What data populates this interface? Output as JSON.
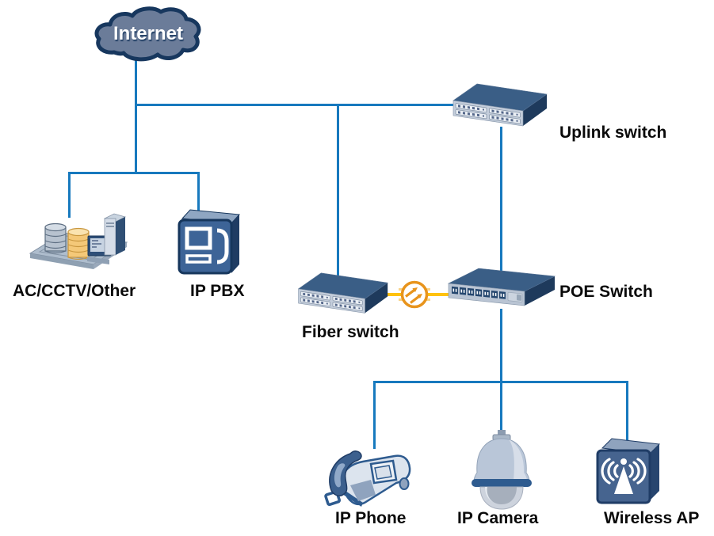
{
  "diagram": {
    "nodes": [
      {
        "id": "internet",
        "label": "Internet",
        "type": "cloud"
      },
      {
        "id": "uplink-switch",
        "label": "Uplink switch",
        "type": "switch"
      },
      {
        "id": "ac-cctv-other",
        "label": "AC/CCTV/Other",
        "type": "server-group"
      },
      {
        "id": "ip-pbx",
        "label": "IP PBX",
        "type": "pbx"
      },
      {
        "id": "fiber-switch",
        "label": "Fiber switch",
        "type": "switch"
      },
      {
        "id": "poe-switch",
        "label": "POE Switch",
        "type": "switch"
      },
      {
        "id": "ip-phone",
        "label": "IP Phone",
        "type": "phone"
      },
      {
        "id": "ip-camera",
        "label": "IP Camera",
        "type": "dome-camera"
      },
      {
        "id": "wireless-ap",
        "label": "Wireless AP",
        "type": "access-point"
      }
    ],
    "edges": [
      {
        "from": "internet",
        "to": "uplink-switch",
        "style": "ethernet"
      },
      {
        "from": "internet",
        "to": "ac-cctv-other",
        "style": "ethernet"
      },
      {
        "from": "internet",
        "to": "ip-pbx",
        "style": "ethernet"
      },
      {
        "from": "internet",
        "to": "fiber-switch",
        "style": "ethernet"
      },
      {
        "from": "uplink-switch",
        "to": "poe-switch",
        "style": "ethernet"
      },
      {
        "from": "fiber-switch",
        "to": "poe-switch",
        "style": "fiber-optic"
      },
      {
        "from": "poe-switch",
        "to": "ip-phone",
        "style": "ethernet"
      },
      {
        "from": "poe-switch",
        "to": "ip-camera",
        "style": "ethernet"
      },
      {
        "from": "poe-switch",
        "to": "wireless-ap",
        "style": "ethernet"
      }
    ],
    "colors": {
      "ethernet_link": "#1779BE",
      "fiber_link": "#FFC20E",
      "fiber_transceiver": "#E8941C",
      "cloud_fill": "#6B7C99",
      "cloud_stroke": "#17375E",
      "label_text": "#0A0A0A",
      "background": "#FFFFFF"
    }
  }
}
